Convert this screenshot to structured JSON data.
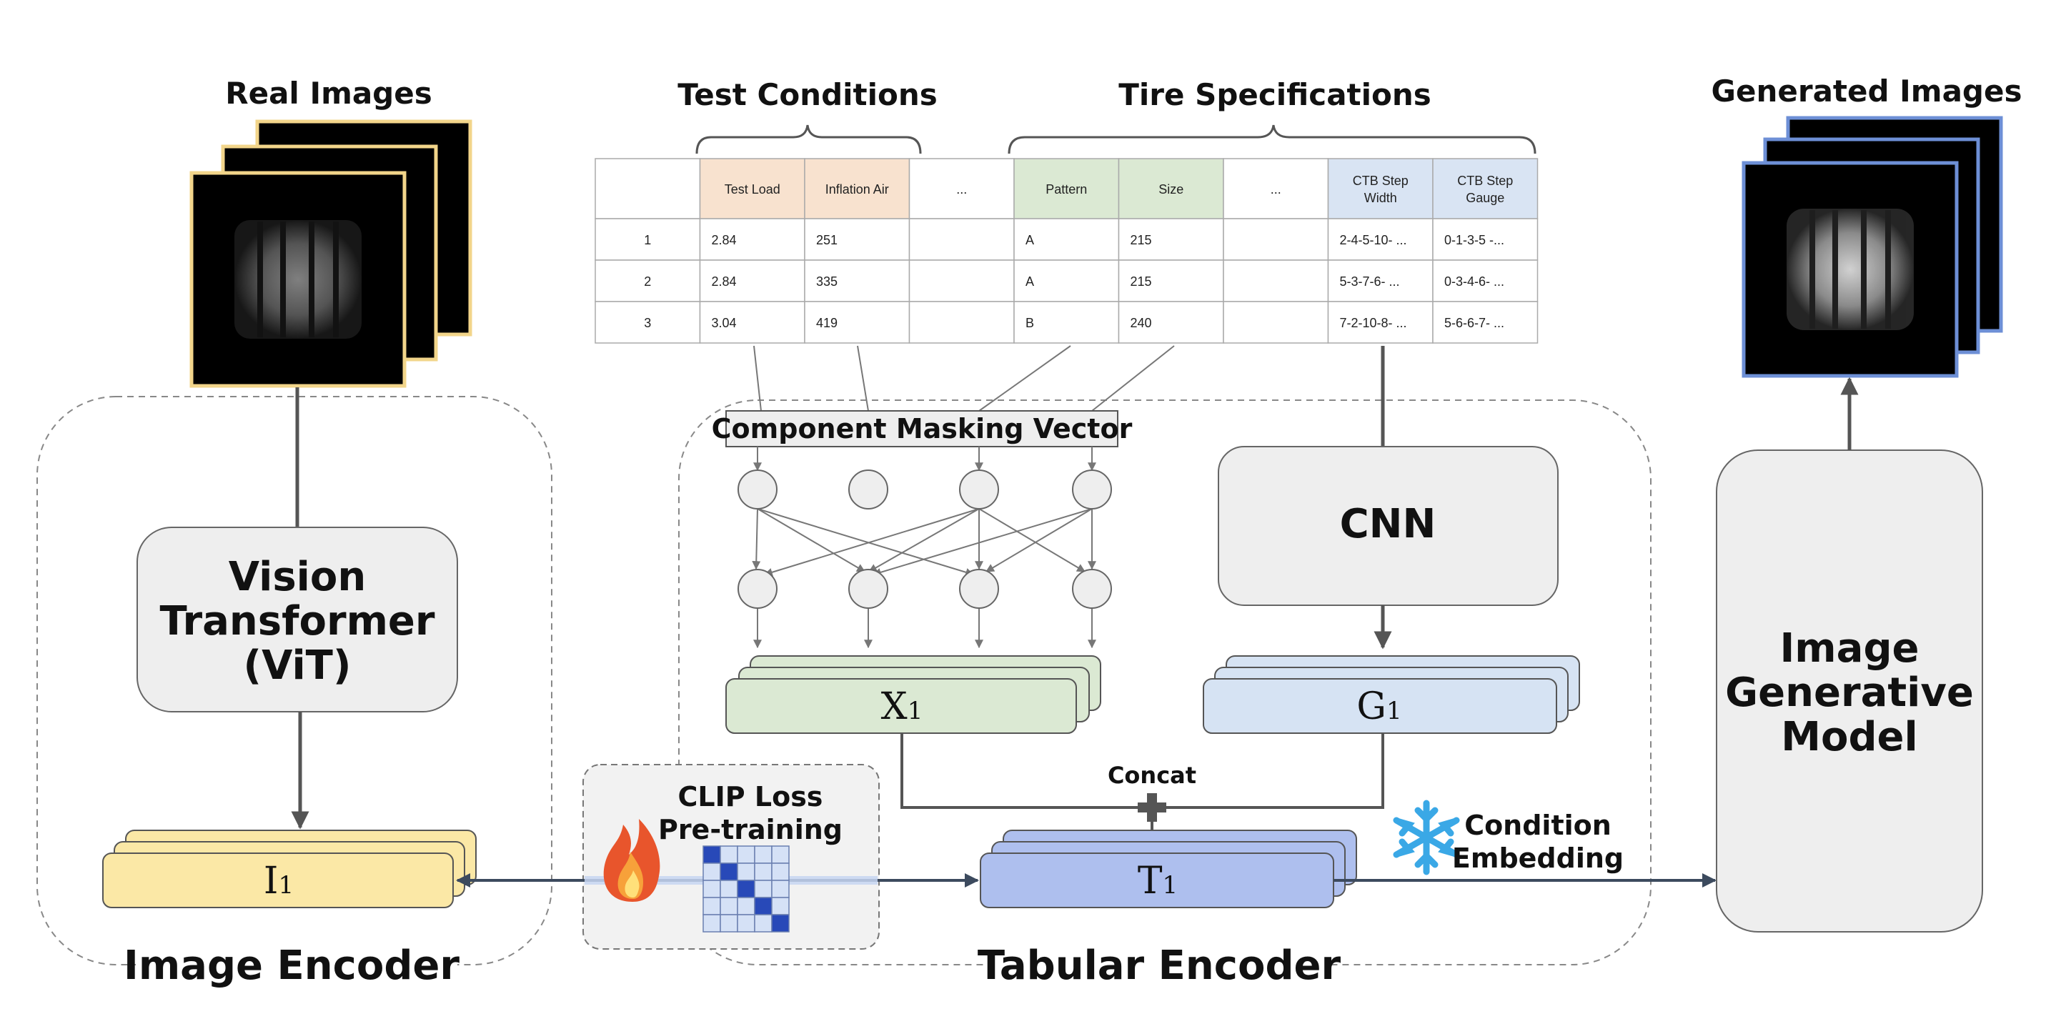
{
  "headers": {
    "real_images": "Real Images",
    "test_conditions": "Test Conditions",
    "tire_specifications": "Tire Specifications",
    "generated_images": "Generated Images"
  },
  "table": {
    "columns": [
      "",
      "Test Load",
      "Inflation Air",
      "...",
      "Pattern",
      "Size",
      "...",
      "CTB Step Width",
      "CTB Step Gauge"
    ],
    "rows": [
      [
        "1",
        "2.84",
        "251",
        "",
        "A",
        "215",
        "",
        "2-4-5-10- ...",
        "0-1-3-5 -..."
      ],
      [
        "2",
        "2.84",
        "335",
        "",
        "A",
        "215",
        "",
        "5-3-7-6- ...",
        "0-3-4-6- ..."
      ],
      [
        "3",
        "3.04",
        "419",
        "",
        "B",
        "240",
        "",
        "7-2-10-8- ...",
        "5-6-6-7- ..."
      ]
    ]
  },
  "blocks": {
    "component_masking": "Component Masking Vector",
    "vit": [
      "Vision",
      "Transformer",
      "(ViT)"
    ],
    "cnn": "CNN",
    "generative": [
      "Image",
      "Generative",
      "Model"
    ],
    "clip": [
      "CLIP Loss",
      "Pre-training"
    ],
    "concat": "Concat",
    "condition": [
      "Condition",
      "Embedding"
    ]
  },
  "embeddings": {
    "i": {
      "letter": "I",
      "sub": "1"
    },
    "x": {
      "letter": "X",
      "sub": "1"
    },
    "g": {
      "letter": "G",
      "sub": "1"
    },
    "t": {
      "letter": "T",
      "sub": "1"
    }
  },
  "labels": {
    "image_encoder": "Image Encoder",
    "tabular_encoder": "Tabular Encoder"
  },
  "colors": {
    "real_image_border": "#f2d58a",
    "generated_image_border": "#6d8fd6",
    "yellow_box": "#fbe8a6",
    "green_box": "#dbe9d3",
    "blue_light_box": "#d6e3f3",
    "blue_box": "#aebfee",
    "grey_block": "#eeeeee",
    "header_orange": "#f8e2cf",
    "header_green": "#dbe9d3",
    "header_blue": "#d9e4f3",
    "clip_dark_blue": "#2849b8",
    "clip_light_blue": "#d5e1f6"
  },
  "icons": {
    "fire": "fire-icon",
    "snowflake": "snowflake-icon"
  }
}
